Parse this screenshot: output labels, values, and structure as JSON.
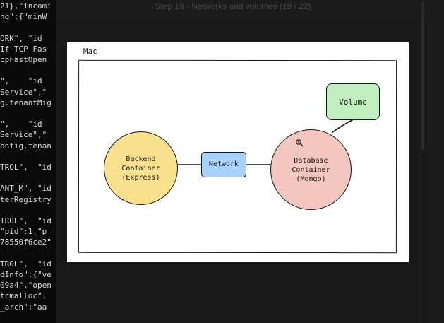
{
  "terminal": {
    "lines": [
      "21},\"incomi",
      "ng\":{\"minW",
      "",
      "ORK\", \"id",
      "If TCP Fas",
      "cpFastOpen",
      "",
      "\",    \"id",
      "Service\",\"",
      "g.tenantMig",
      "",
      "\",    \"id",
      "Service\",\"",
      "onfig.tenan",
      "",
      "TROL\",  \"id",
      "",
      "ANT_M\", \"id",
      "terRegistry",
      "",
      "TROL\",  \"id",
      "\"pid\":1,\"p",
      "78550f6ce2\"",
      "",
      "TROL\",  \"id",
      "dInfo\":{\"ve",
      "09a4\",\"open",
      "tcmalloc\",",
      "_arch\":\"aa"
    ]
  },
  "slide": {
    "title": "Step 19 - Networks and volumes (19 / 22)",
    "diagram": {
      "frame_label": "Mac",
      "backend_label": "Backend\nContainer\n(Express)",
      "network_label": "Network",
      "database_label": "Database\nContainer\n(Mongo)",
      "volume_label": "Volume"
    }
  },
  "colors": {
    "background": "#0b0b0c",
    "panel": "#191919",
    "title": "#474747",
    "backend": "#f9e08c",
    "network": "#a8d2fb",
    "database": "#f3c6c0",
    "volume": "#bfefbe"
  },
  "icons": {
    "cursor": "magnifier-cursor-icon"
  }
}
